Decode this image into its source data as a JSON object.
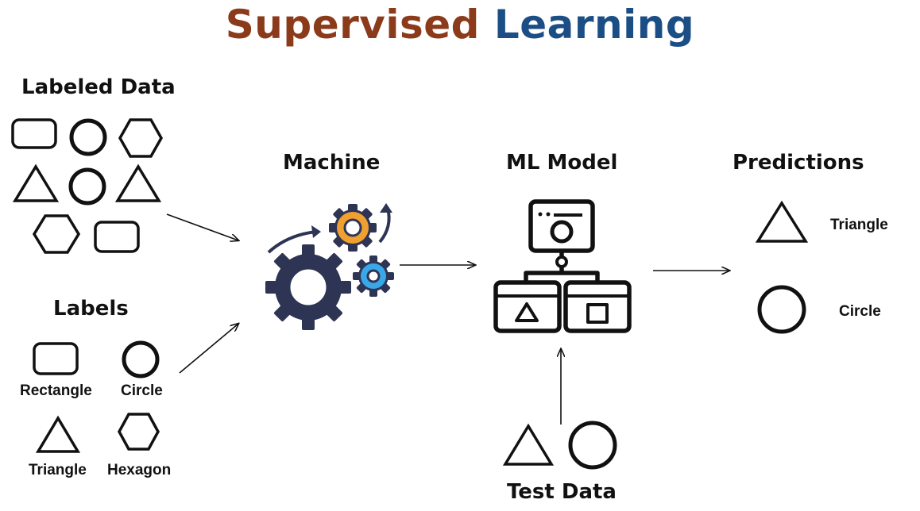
{
  "title": {
    "word1": "Supervised",
    "word2": "Learning"
  },
  "sections": {
    "labeled_data": "Labeled Data",
    "labels": "Labels",
    "machine": "Machine",
    "ml_model": "ML Model",
    "predictions": "Predictions",
    "test_data": "Test Data"
  },
  "label_items": [
    "Rectangle",
    "Circle",
    "Triangle",
    "Hexagon"
  ],
  "prediction_items": [
    "Triangle",
    "Circle"
  ],
  "colors": {
    "title_word1": "#8b3a1a",
    "title_word2": "#1c4e86",
    "gear_dark": "#2e3454",
    "gear_orange": "#f0a030",
    "gear_blue": "#3aa8e8"
  }
}
